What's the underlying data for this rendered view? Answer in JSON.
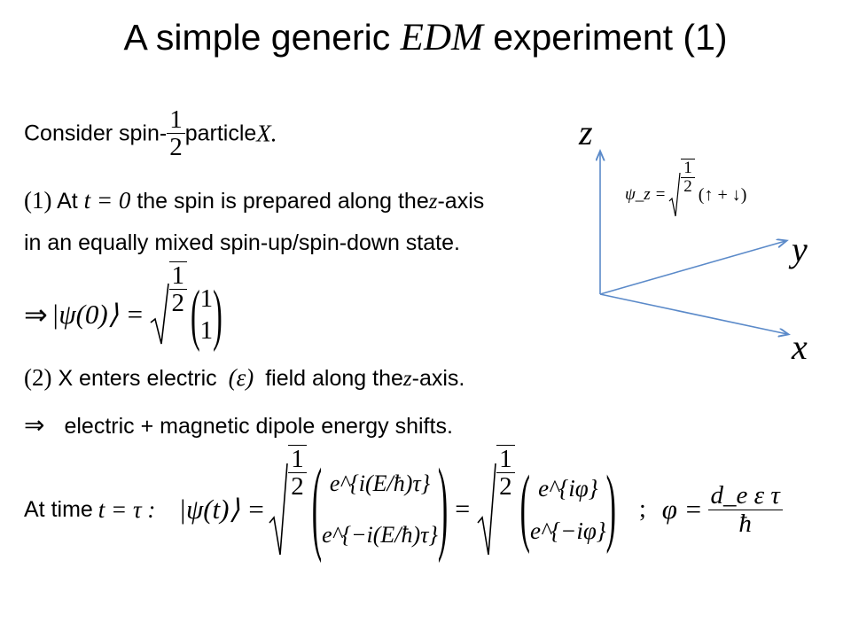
{
  "slide": {
    "title_prefix": "A simple generic ",
    "title_edm": "EDM",
    "title_suffix": " experiment (1)"
  },
  "lines": {
    "l1_a": "Consider spin-",
    "l1_frac_num": "1",
    "l1_frac_den": "2",
    "l1_b": "particle",
    "l1_c": "X.",
    "l2_num": "(1)",
    "l2_a": "At",
    "l2_math": "t = 0",
    "l2_b": "the spin is prepared along the",
    "l2_z": "z",
    "l2_c": "-axis",
    "l3": "in an equally mixed spin-up/spin-down state.",
    "l4_arrow": "⇒",
    "l4_ket": "|ψ(0)⟩ =",
    "l4_frac_num": "1",
    "l4_frac_den": "2",
    "l4_v1": "1",
    "l4_v2": "1",
    "l5_num": "(2)",
    "l5_a": "X enters electric",
    "l5_eps": "(ε)",
    "l5_b": "field along the",
    "l5_z": "z",
    "l5_c": "-axis.",
    "l6_arrow": "⇒",
    "l6": "electric + magnetic dipole energy shifts.",
    "l7_a": "At time",
    "l7_math": "t = τ :",
    "l7_ket": "|ψ(t)⟩ =",
    "l7_frac_num": "1",
    "l7_frac_den": "2",
    "l7_v1": "e^{i(E/ħ)τ}",
    "l7_v2": "e^{−i(E/ħ)τ}",
    "l7_eq": "=",
    "l7_w1": "e^{iφ}",
    "l7_w2": "e^{−iφ}",
    "l7_semi": ";",
    "l7_phi": "φ =",
    "l7_phi_num": "d_e ε τ",
    "l7_phi_den": "ħ"
  },
  "diagram": {
    "z_label": "z",
    "y_label": "y",
    "x_label": "x",
    "psi_label": "ψ_z =",
    "psi_frac_num": "1",
    "psi_frac_den": "2",
    "psi_state": "(↑ + ↓)"
  },
  "colors": {
    "axis": "#5b8ac9",
    "text": "#000000"
  }
}
